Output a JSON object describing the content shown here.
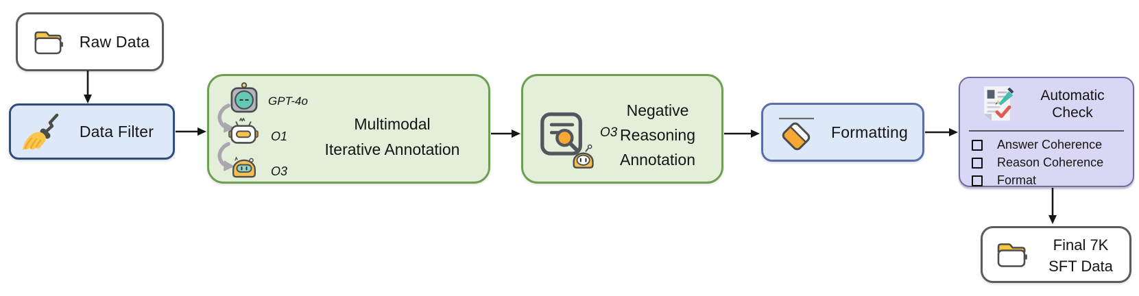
{
  "pipeline": {
    "raw_data": {
      "label": "Raw Data",
      "icon": "folder-icon"
    },
    "data_filter": {
      "label": "Data Filter",
      "icon": "broom-icon"
    },
    "multimodal_annotation": {
      "lines": [
        "Multimodal",
        "Iterative Annotation"
      ],
      "models": [
        {
          "label": "GPT-4o",
          "icon": "gpt4o-robot-icon"
        },
        {
          "label": "O1",
          "icon": "o1-robot-icon"
        },
        {
          "label": "O3",
          "icon": "o3-robot-icon"
        }
      ]
    },
    "negative_annotation": {
      "lines": [
        "Negative",
        "Reasoning",
        "Annotation"
      ],
      "model_label": "O3",
      "icon": "document-magnifier-icon"
    },
    "formatting": {
      "label": "Formatting",
      "icon": "eraser-icon"
    },
    "automatic_check": {
      "lines": [
        "Automatic",
        "Check"
      ],
      "icon": "checklist-pencil-icon",
      "items": [
        {
          "label": "Answer Coherence"
        },
        {
          "label": "Reason Coherence"
        },
        {
          "label": "Format"
        }
      ]
    },
    "final_data": {
      "lines": [
        "Final 7K",
        "SFT Data"
      ],
      "icon": "folder-icon"
    }
  },
  "colors": {
    "white_box_border": "#5b5b5b",
    "blue_box_bg": "#dde9f8",
    "data_filter_border": "#2f4d7c",
    "formatting_border": "#5a6fa5",
    "green_box_bg": "#e4efda",
    "green_box_border": "#6d9e53",
    "purple_box_bg": "#d9d7f3",
    "purple_box_border": "#6f6b9e",
    "arrow_black": "#161616",
    "curved_arrow_gray": "#a8a7ae",
    "folder_yellow": "#f6c843",
    "accent_orange": "#f5a833",
    "pencil_teal": "#46bdae",
    "check_red": "#e25b52"
  }
}
